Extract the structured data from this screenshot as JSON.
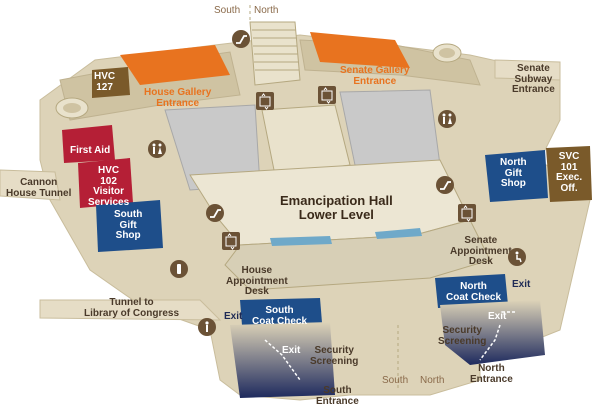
{
  "colors": {
    "floor": "#ddd3b8",
    "wall": "#efe9da",
    "orange": "#e8731f",
    "navy": "#1e4e8a",
    "red": "#b51f36",
    "brown": "#7a5a2a",
    "icon": "#6b5236"
  },
  "compass": {
    "top_south": "South",
    "top_north": "North",
    "bottom_south": "South",
    "bottom_north": "North"
  },
  "rooms": {
    "hvc127": {
      "line1": "HVC",
      "line2": "127"
    },
    "first_aid": "First Aid",
    "hvc102": {
      "line1": "HVC",
      "line2": "102",
      "line3": "Visitor",
      "line4": "Services"
    },
    "south_gift_shop": {
      "line1": "South",
      "line2": "Gift",
      "line3": "Shop"
    },
    "north_gift_shop": {
      "line1": "North",
      "line2": "Gift",
      "line3": "Shop"
    },
    "svc101": {
      "line1": "SVC",
      "line2": "101",
      "line3": "Exec.",
      "line4": "Off."
    },
    "south_coat_check": {
      "line1": "South",
      "line2": "Coat Check"
    },
    "north_coat_check": {
      "line1": "North",
      "line2": "Coat Check"
    }
  },
  "labels": {
    "house_gallery": {
      "line1": "House Gallery",
      "line2": "Entrance"
    },
    "senate_gallery": {
      "line1": "Senate Gallery",
      "line2": "Entrance"
    },
    "senate_subway": {
      "line1": "Senate",
      "line2": "Subway",
      "line3": "Entrance"
    },
    "cannon_tunnel": {
      "line1": "Cannon",
      "line2": "House Tunnel"
    },
    "hall": {
      "line1": "Emancipation Hall",
      "line2": "Lower Level"
    },
    "senate_appt": {
      "line1": "Senate",
      "line2": "Appointment",
      "line3": "Desk"
    },
    "house_appt": {
      "line1": "House",
      "line2": "Appointment",
      "line3": "Desk"
    },
    "tunnel_library": {
      "line1": "Tunnel to",
      "line2": "Library of Congress"
    },
    "security_south": {
      "line1": "Security",
      "line2": "Screening"
    },
    "security_north": {
      "line1": "Security",
      "line2": "Screening"
    },
    "south_entrance": {
      "line1": "South",
      "line2": "Entrance"
    },
    "north_entrance": {
      "line1": "North",
      "line2": "Entrance"
    }
  },
  "exits": {
    "exit1": "Exit",
    "exit2": "Exit",
    "exit3": "Exit",
    "exit4": "Exit"
  },
  "icons": {
    "escalator_top": "escalator-icon",
    "elevator_left": "elevator-icon",
    "elevator_right": "elevator-icon",
    "restroom_left": "restroom-icon",
    "restroom_right": "restroom-icon",
    "escalator_right": "escalator-icon",
    "escalator_left": "escalator-icon",
    "elevator_hall_left": "elevator-icon",
    "elevator_hall_right": "elevator-icon",
    "phone": "telephone-icon",
    "restroom_bottom": "restroom-icon",
    "accessible": "accessible-icon"
  }
}
